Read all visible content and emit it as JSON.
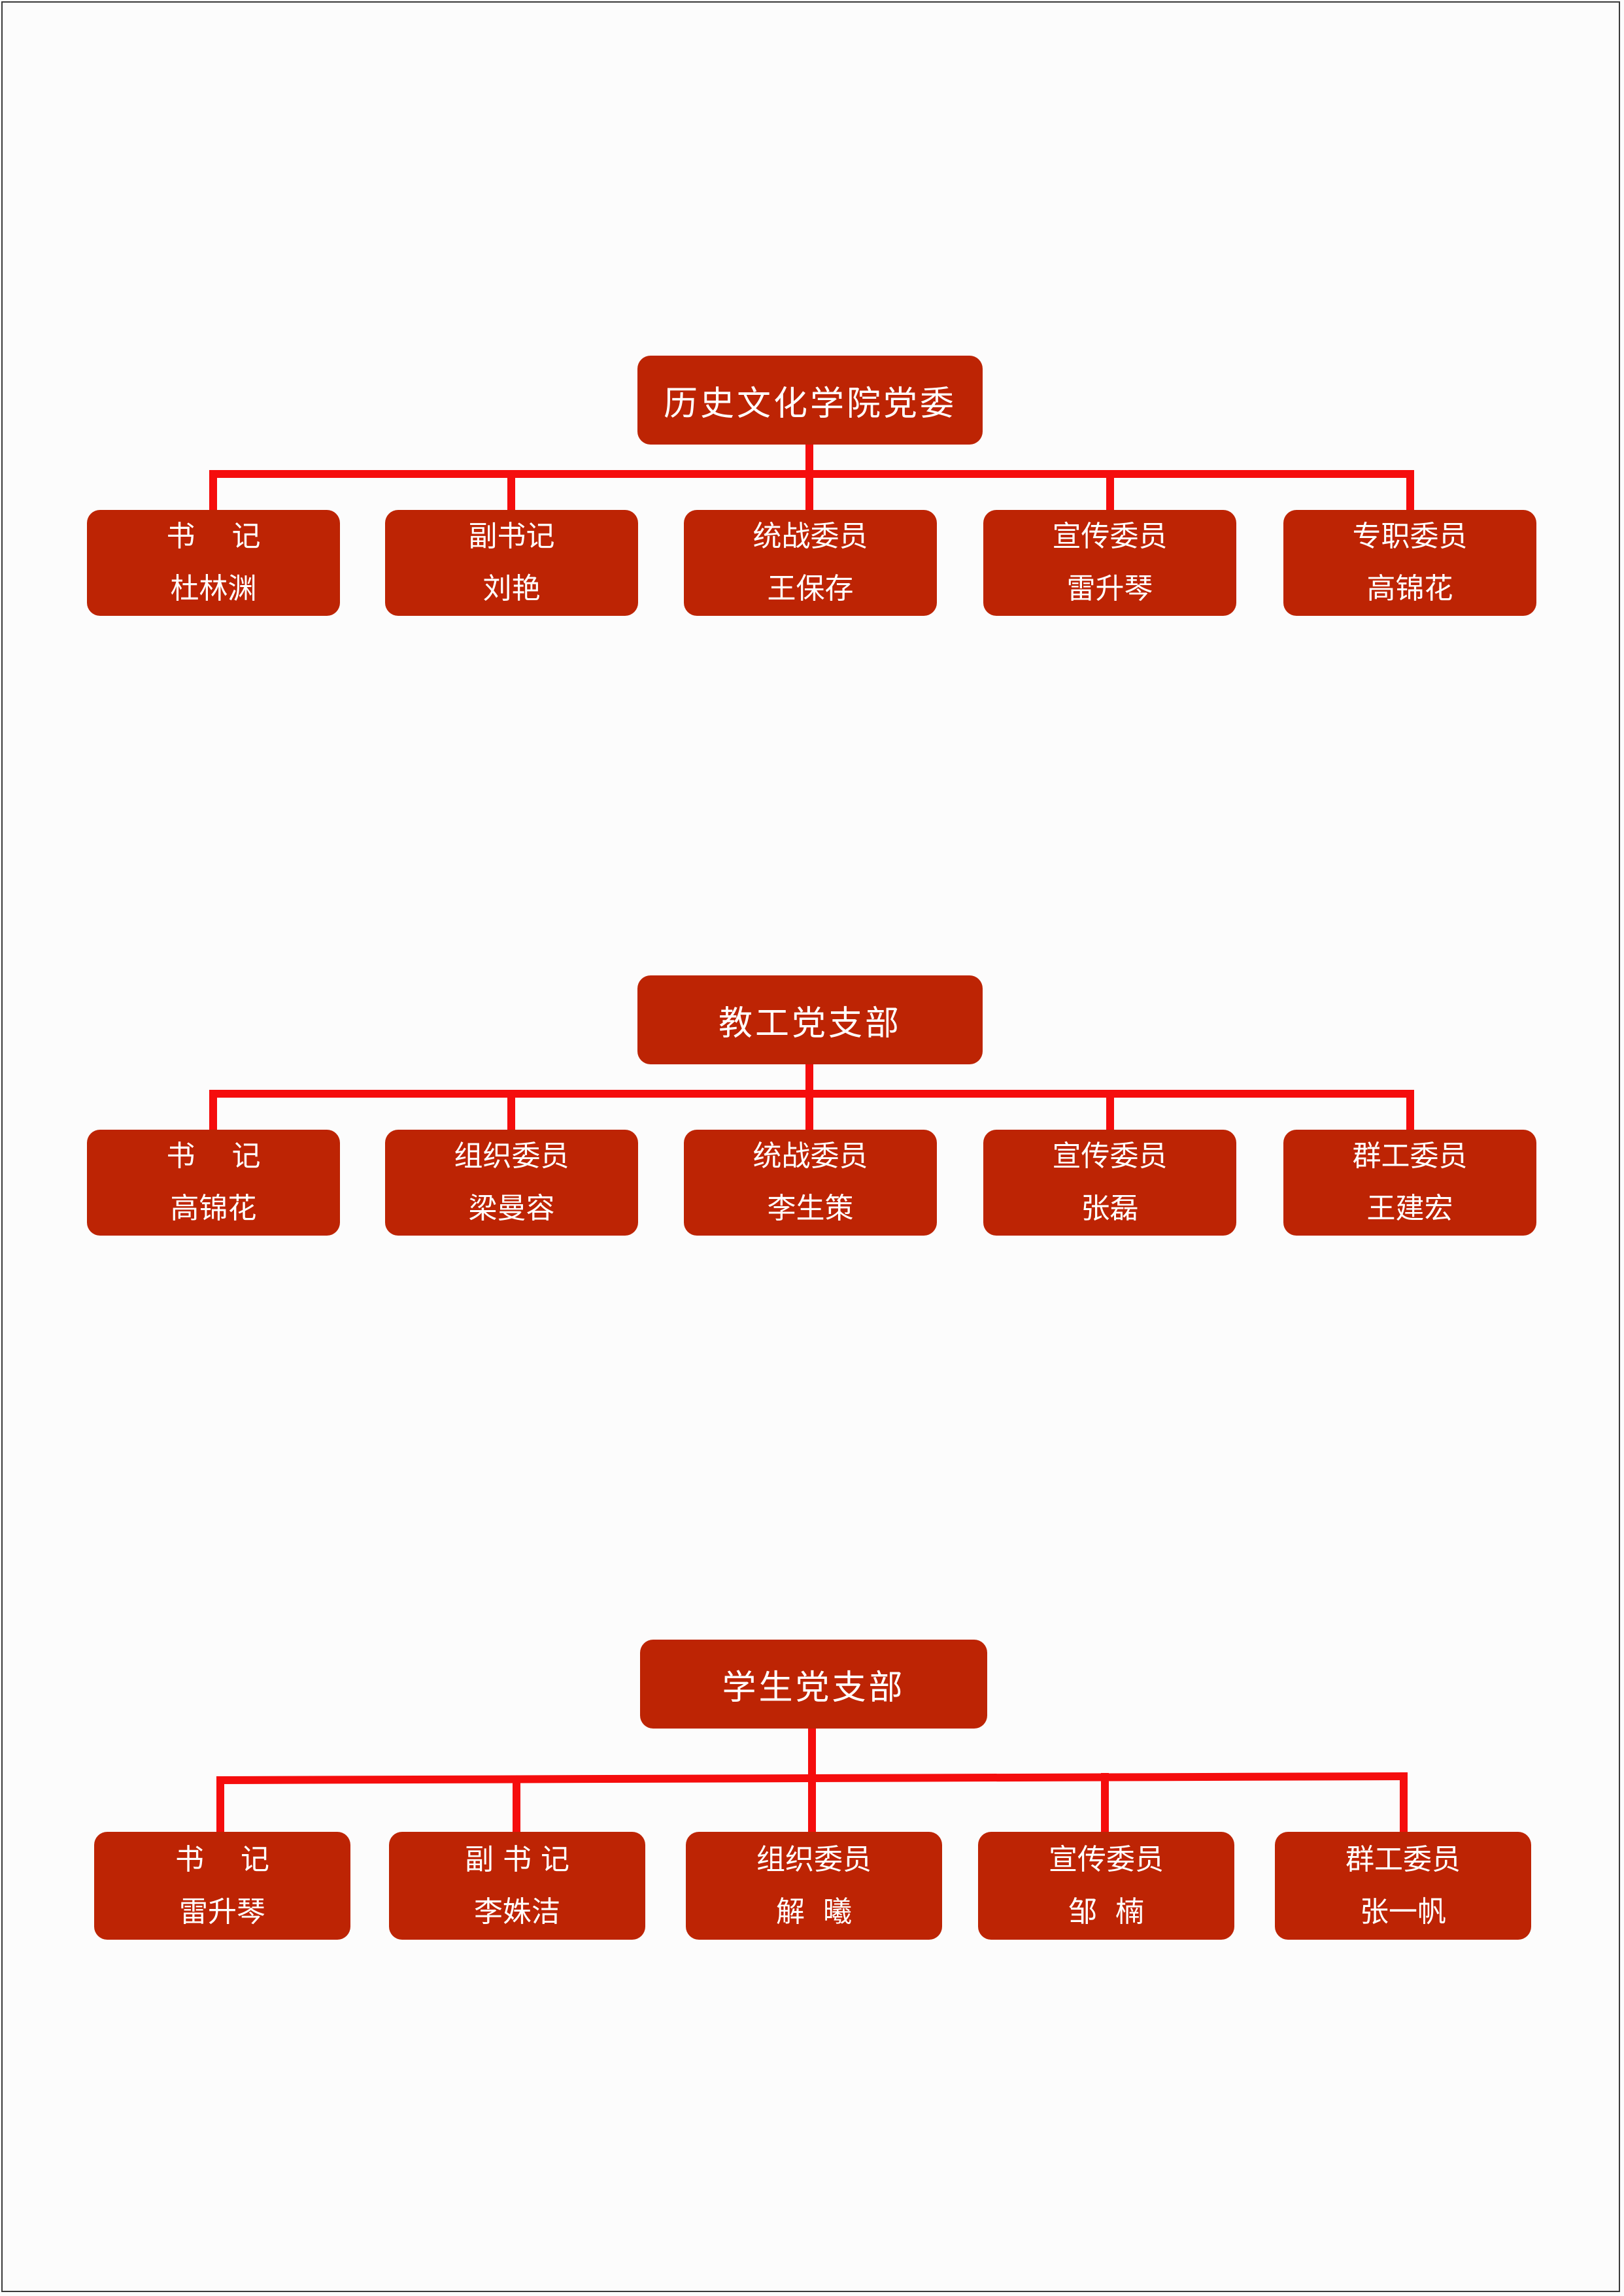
{
  "colors": {
    "box": "#bd2404",
    "line": "#f50d0d",
    "text": "#ffffff",
    "background": "#fcfcfc"
  },
  "org_charts": [
    {
      "root": "历史文化学院党委",
      "members": [
        {
          "role": "书    记",
          "name": "杜林渊"
        },
        {
          "role": "副书记",
          "name": "刘艳"
        },
        {
          "role": "统战委员",
          "name": "王保存"
        },
        {
          "role": "宣传委员",
          "name": "雷升琴"
        },
        {
          "role": "专职委员",
          "name": "高锦花"
        }
      ]
    },
    {
      "root": "教工党支部",
      "members": [
        {
          "role": "书    记",
          "name": "高锦花"
        },
        {
          "role": "组织委员",
          "name": "梁曼容"
        },
        {
          "role": "统战委员",
          "name": "李生策"
        },
        {
          "role": "宣传委员",
          "name": "张磊"
        },
        {
          "role": "群工委员",
          "name": "王建宏"
        }
      ]
    },
    {
      "root": "学生党支部",
      "members": [
        {
          "role": "书    记",
          "name": "雷升琴"
        },
        {
          "role": "副 书 记",
          "name": "李姝洁"
        },
        {
          "role": "组织委员",
          "name": "解  曦"
        },
        {
          "role": "宣传委员",
          "name": "邹  楠"
        },
        {
          "role": "群工委员",
          "name": "张一帆"
        }
      ]
    }
  ]
}
